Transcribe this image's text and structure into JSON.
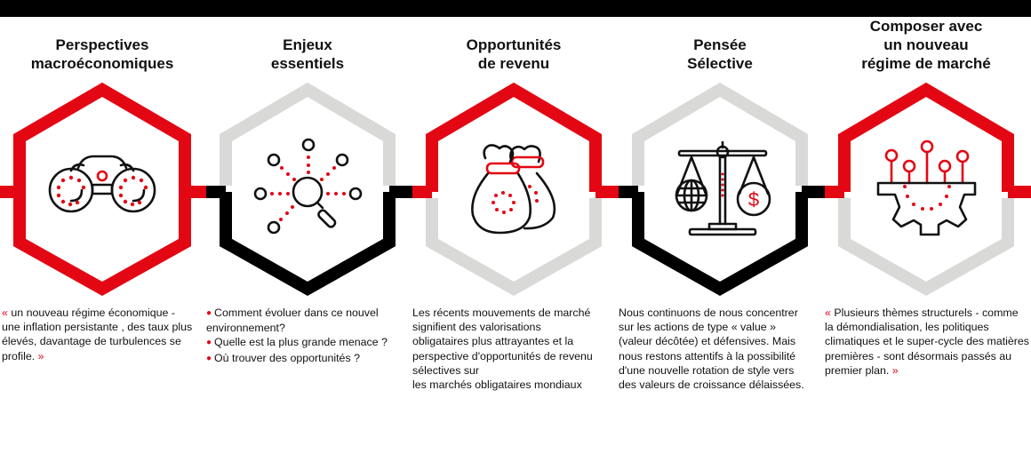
{
  "colors": {
    "red": "#e30613",
    "black": "#000000",
    "gray": "#d9d9d8",
    "text": "#111111"
  },
  "steps": [
    {
      "title_lines": [
        "Perspectives",
        "macroéconomiques"
      ],
      "icon": "binoculars-icon",
      "hex_top_color": "red",
      "hex_bottom_color": "red",
      "body": {
        "open_quote": "«",
        "text": " un nouveau régime économique - une inflation persistante , des taux plus élevés, davantage de turbulences se profile. ",
        "close_quote": "»"
      }
    },
    {
      "title_lines": [
        "Enjeux",
        "essentiels"
      ],
      "icon": "magnifier-network-icon",
      "hex_top_color": "gray",
      "hex_bottom_color": "black",
      "bullet_glyph": "●",
      "bullets": [
        "Comment évoluer dans ce nouvel environnement?",
        "Quelle est la plus grande menace ?",
        "Où trouver des opportunités ?"
      ]
    },
    {
      "title_lines": [
        "Opportunités",
        "de revenu"
      ],
      "icon": "money-bags-icon",
      "hex_top_color": "red",
      "hex_bottom_color": "gray",
      "body_lines": [
        "Les récents mouvements de marché",
        "signifient des valorisations",
        "obligataires plus attrayantes et la",
        "perspective d'opportunités de revenu",
        "sélectives sur",
        "les marchés obligataires mondiaux"
      ]
    },
    {
      "title_lines": [
        "Pensée",
        "Sélective"
      ],
      "icon": "balance-scale-globe-dollar-icon",
      "hex_top_color": "gray",
      "hex_bottom_color": "black",
      "body_lines": [
        "Nous continuons de nous concentrer",
        "sur les actions de type « value »",
        "(valeur décôtée) et défensives. Mais",
        "nous restons attentifs à la possibilité",
        "d'une nouvelle rotation de style vers",
        "des valeurs de croissance délaissées."
      ]
    },
    {
      "title_lines": [
        "Composer avec",
        "un nouveau",
        "régime de marché"
      ],
      "icon": "gear-circuit-icon",
      "hex_top_color": "red",
      "hex_bottom_color": "gray",
      "body": {
        "open_quote": "«",
        "text": " Plusieurs thèmes structurels - comme la démondialisation, les politiques climatiques et le super-cycle des matières premières - sont désormais passés au premier plan. ",
        "close_quote": "»"
      }
    }
  ]
}
